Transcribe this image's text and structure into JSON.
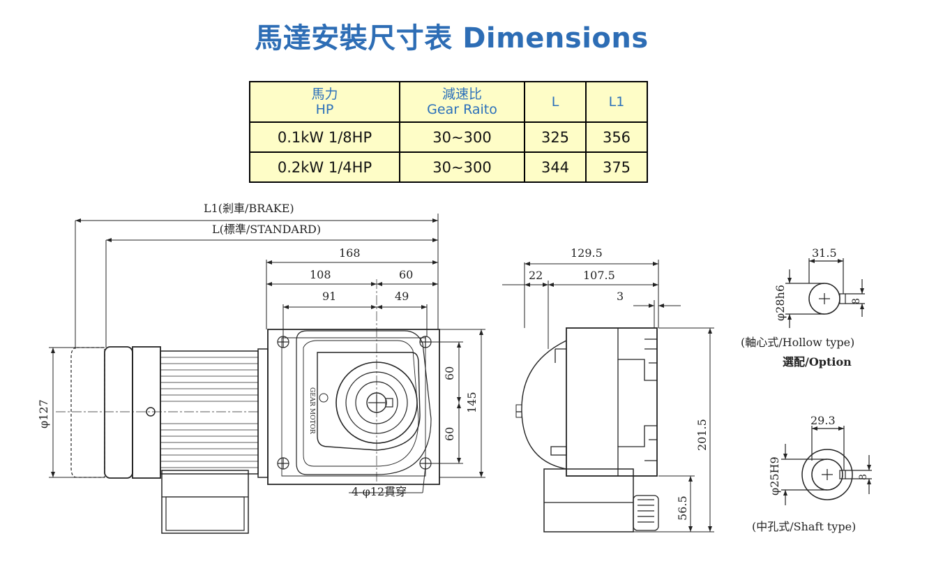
{
  "title": "馬達安裝尺寸表 Dimensions",
  "table": {
    "headers": [
      {
        "line1": "馬力",
        "line2": "HP"
      },
      {
        "line1": "減速比",
        "line2": "Gear Raito"
      },
      {
        "line1": "L",
        "line2": ""
      },
      {
        "line1": "L1",
        "line2": ""
      }
    ],
    "rows": [
      {
        "hp": "0.1kW 1/8HP",
        "ratio": "30~300",
        "L": "325",
        "L1": "356"
      },
      {
        "hp": "0.2kW 1/4HP",
        "ratio": "30~300",
        "L": "344",
        "L1": "375"
      }
    ]
  },
  "front_view": {
    "l1_label": "L1(剎車/BRAKE)",
    "l_label": "L(標準/STANDARD)",
    "dim_168": "168",
    "dim_108": "108",
    "dim_60_top": "60",
    "dim_91": "91",
    "dim_49": "49",
    "dim_60_upper": "60",
    "dim_60_lower": "60",
    "dim_145": "145",
    "dim_127": "φ127",
    "holes_label": "4-φ12貫穿"
  },
  "side_view": {
    "dim_129_5": "129.5",
    "dim_22": "22",
    "dim_107_5": "107.5",
    "dim_3": "3",
    "dim_201_5": "201.5",
    "dim_56_5": "56.5"
  },
  "hollow_type": {
    "width": "31.5",
    "diameter": "φ28h6",
    "key": "8",
    "caption": "(軸心式/Hollow type)",
    "option": "選配/Option"
  },
  "shaft_type": {
    "width": "29.3",
    "diameter": "φ25H9",
    "key": "8",
    "caption": "(中孔式/Shaft type)"
  }
}
